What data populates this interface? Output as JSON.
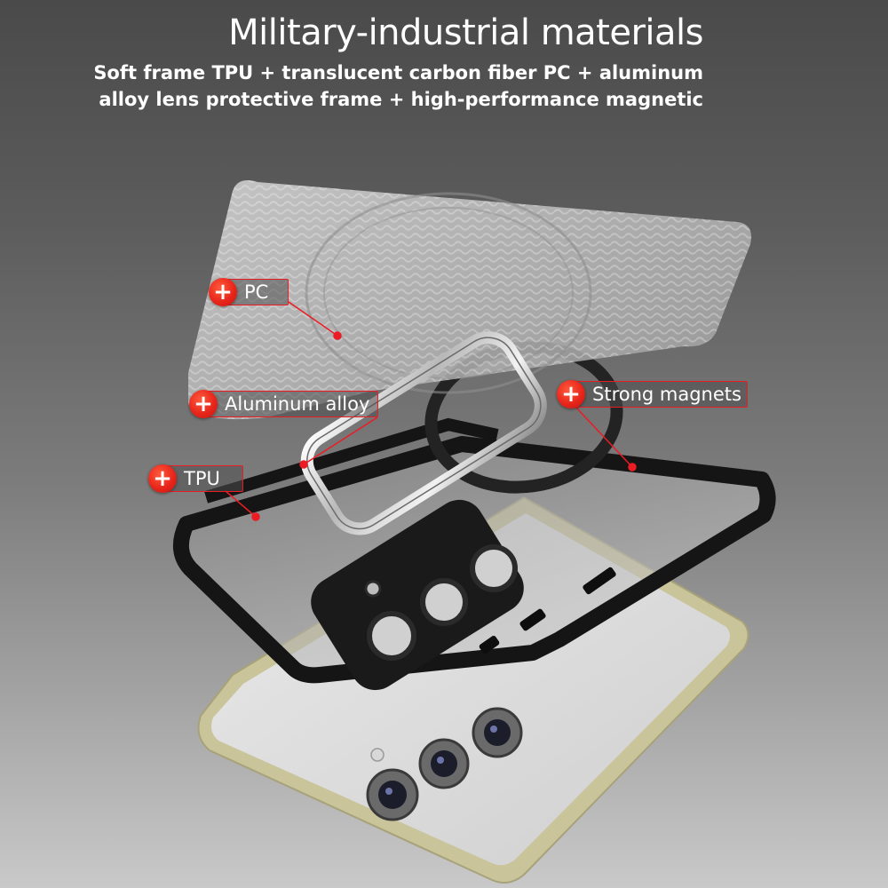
{
  "heading": {
    "title": "Military-industrial materials",
    "subtitle_line1": "Soft frame TPU + translucent carbon fiber PC + aluminum",
    "subtitle_line2": "alloy lens protective frame + high-performance magnetic"
  },
  "callouts": [
    {
      "label": "PC",
      "plus_glyph": "+"
    },
    {
      "label": "Aluminum alloy",
      "plus_glyph": "+"
    },
    {
      "label": "Strong magnets",
      "plus_glyph": "+"
    },
    {
      "label": "TPU",
      "plus_glyph": "+"
    }
  ],
  "colors": {
    "accent_red": "#ec1c24",
    "text": "#ffffff",
    "background_top": "#4a4a4a",
    "background_bottom": "#c9c9c9",
    "phone_frame": "#c9c49a",
    "case_frame": "#151515"
  },
  "icons": {
    "callout_marker": "plus-circle-icon"
  }
}
